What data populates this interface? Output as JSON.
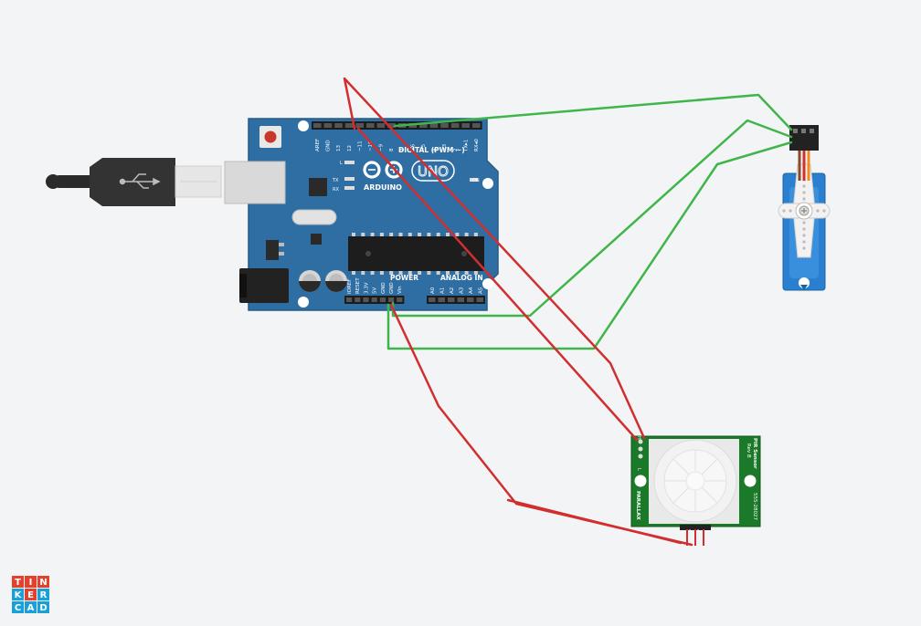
{
  "board": {
    "brand": "ARDUINO",
    "model": "UNO",
    "digital_label": "DIGITAL (PWM ~)",
    "power_label": "POWER",
    "analog_label": "ANALOG IN",
    "on_label": "ON",
    "led_l": "L",
    "led_tx": "TX",
    "led_rx": "RX",
    "digital_pins": [
      "AREF",
      "GND",
      "13",
      "12",
      "~11",
      "~10",
      "~9",
      "8",
      "7",
      "~6",
      "~5",
      "4",
      "~3",
      "2",
      "TX▸1",
      "RX◂0"
    ],
    "power_pins": [
      "IOREF",
      "RESET",
      "3.3V",
      "5V",
      "GND",
      "GND",
      "Vin"
    ],
    "analog_pins": [
      "A0",
      "A1",
      "A2",
      "A3",
      "A4",
      "A5"
    ]
  },
  "pir": {
    "title": "PIR Sensor",
    "rev": "Rev B",
    "part": "555-28027",
    "brand": "PARALLAX",
    "jumper_label_h": "H",
    "jumper_label_l": "L"
  },
  "logo": {
    "letters": [
      "T",
      "I",
      "N",
      "K",
      "E",
      "R",
      "C",
      "A",
      "D"
    ],
    "colors": [
      "#e2412d",
      "#e2412d",
      "#e2412d",
      "#1aa0d8",
      "#e2412d",
      "#1aa0d8",
      "#1aa0d8",
      "#1aa0d8",
      "#1aa0d8"
    ]
  },
  "colors": {
    "board": "#2f6ea3",
    "board_edge": "#255a87",
    "wire_red": "#d12f2f",
    "wire_green": "#3fb54a",
    "pir_pcb": "#1a7a2a",
    "servo": "#2b7fd0"
  }
}
